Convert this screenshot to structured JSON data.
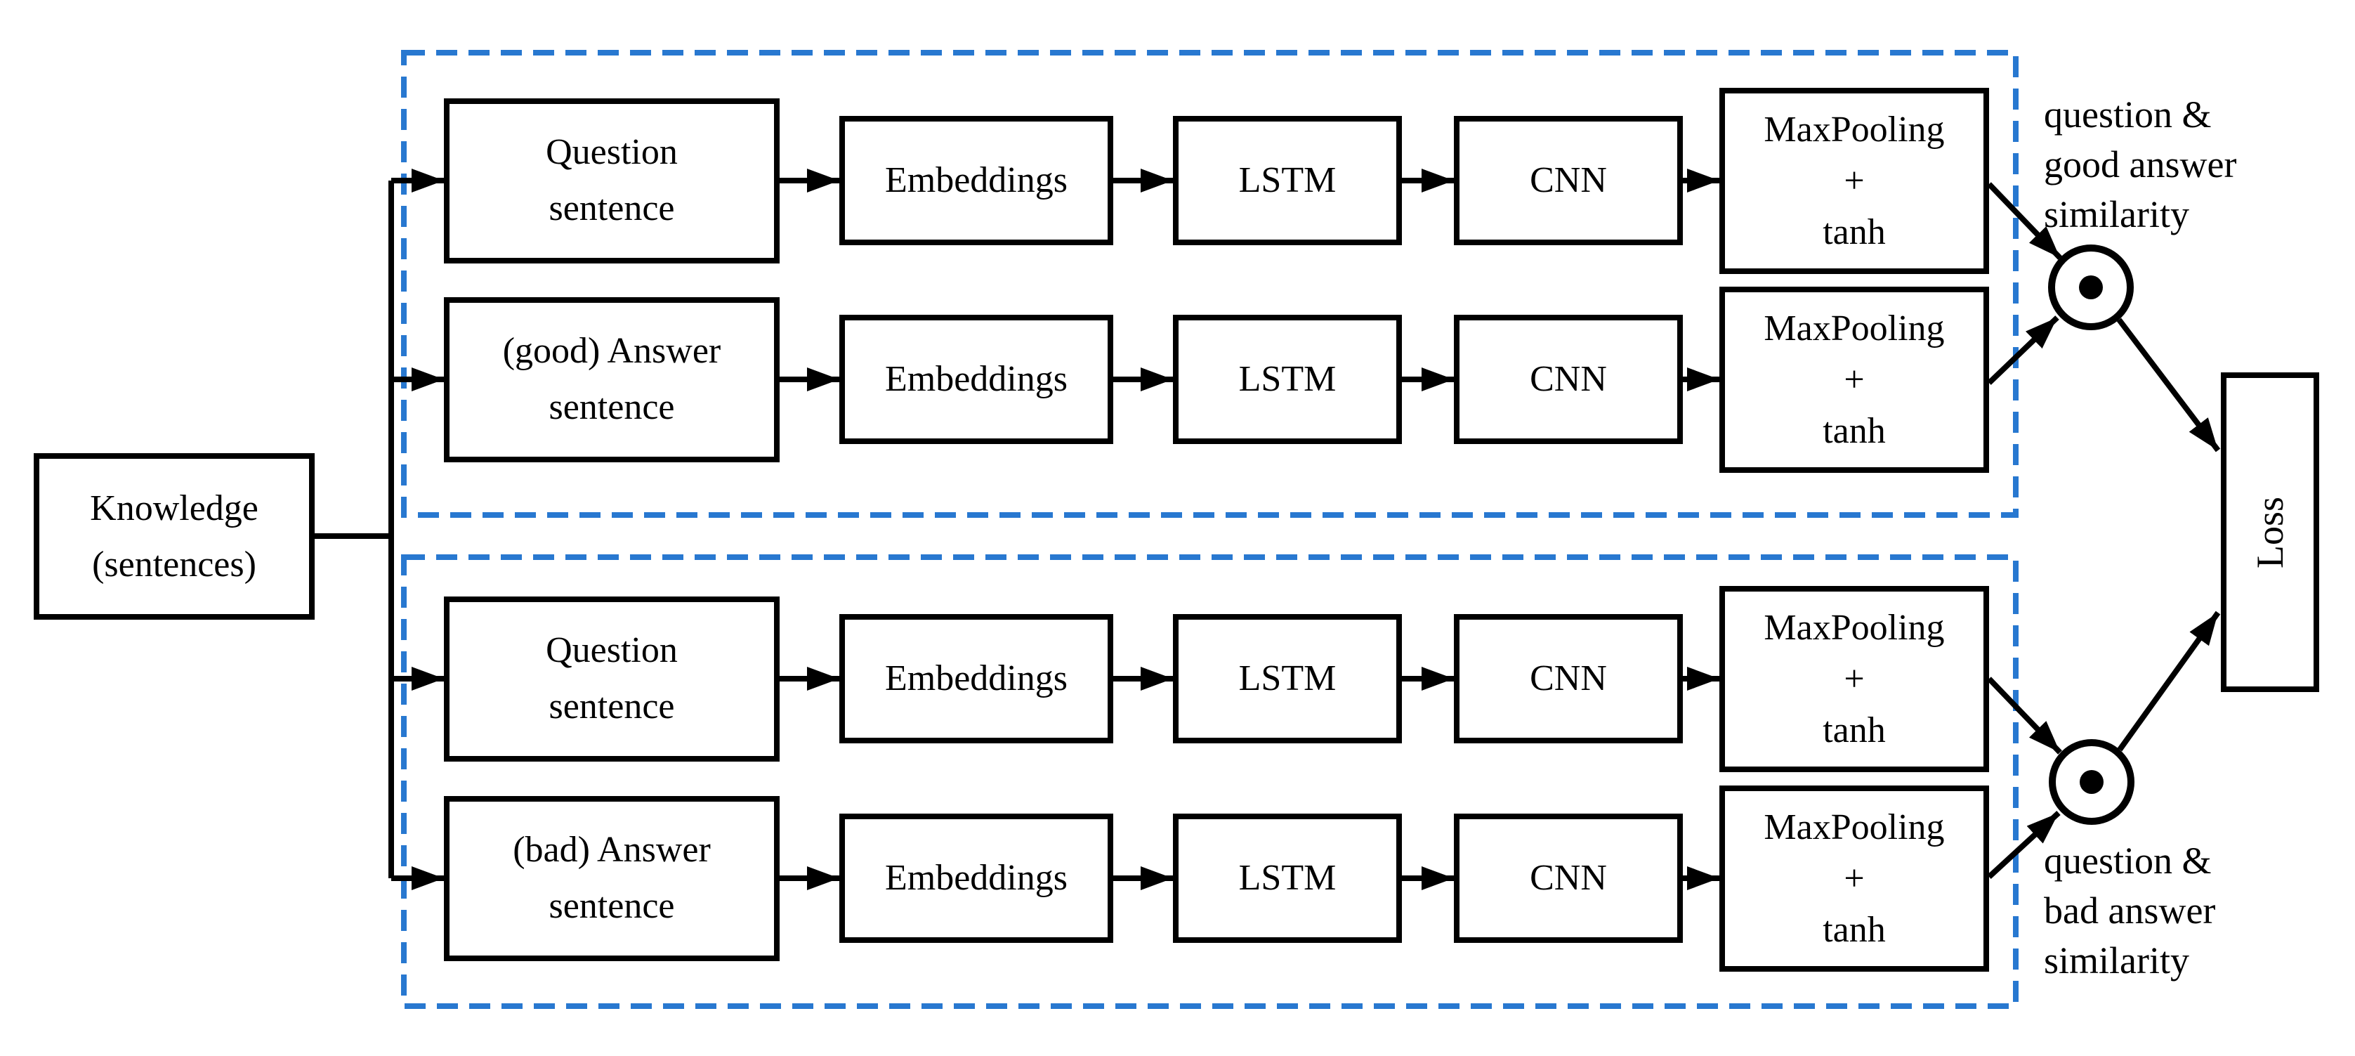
{
  "knowledge": {
    "label": "Knowledge\n(sentences)"
  },
  "pipelines": [
    {
      "input": "Question\nsentence",
      "stages": [
        "Embeddings",
        "LSTM",
        "CNN",
        "MaxPooling\n+\ntanh"
      ]
    },
    {
      "input": "(good) Answer\nsentence",
      "stages": [
        "Embeddings",
        "LSTM",
        "CNN",
        "MaxPooling\n+\ntanh"
      ]
    },
    {
      "input": "Question\nsentence",
      "stages": [
        "Embeddings",
        "LSTM",
        "CNN",
        "MaxPooling\n+\ntanh"
      ]
    },
    {
      "input": "(bad) Answer\nsentence",
      "stages": [
        "Embeddings",
        "LSTM",
        "CNN",
        "MaxPooling\n+\ntanh"
      ]
    }
  ],
  "outputs": {
    "good_similarity_label": "question &\ngood answer\nsimilarity",
    "bad_similarity_label": "question &\nbad answer\nsimilarity",
    "loss_label": "Loss",
    "operator_icon": "dot-product-icon"
  },
  "colors": {
    "dashed_border": "#2878D0",
    "line": "#000000",
    "box_border": "#000000",
    "background": "#FFFFFF"
  }
}
